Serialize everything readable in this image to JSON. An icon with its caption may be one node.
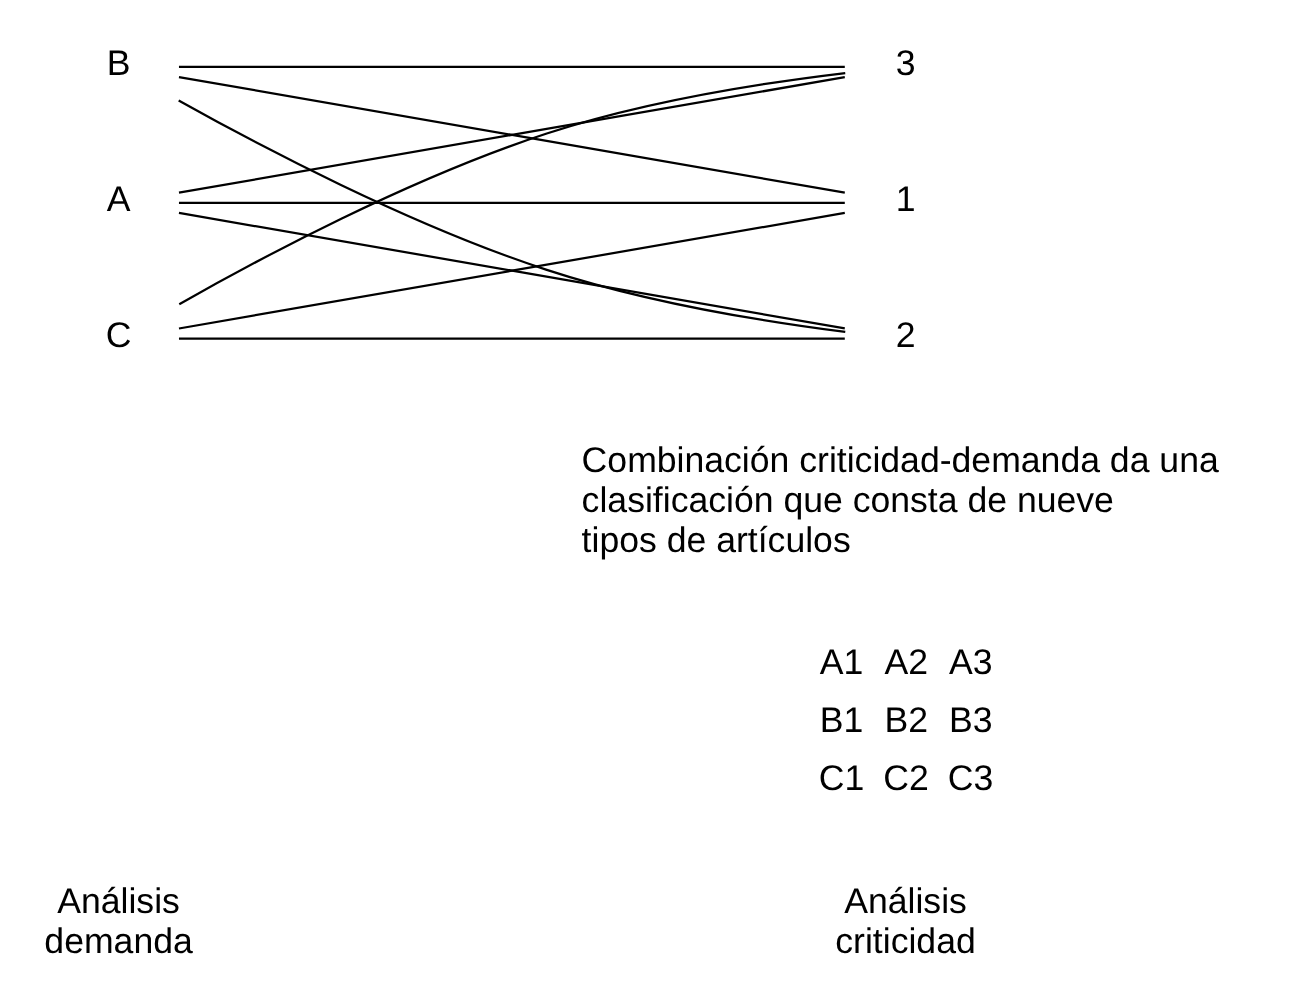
{
  "diagram": {
    "nodes": [
      {
        "text": [
          "A"
        ]
      },
      {
        "text": [
          "B"
        ]
      },
      {
        "text": [
          "C"
        ]
      },
      {
        "text": [
          "1"
        ]
      },
      {
        "text": [
          "2"
        ]
      },
      {
        "text": [
          "3"
        ]
      }
    ],
    "edges": [
      {
        "from": 0,
        "to": 3,
        "arrow": "none"
      },
      {
        "from": 0,
        "to": 4,
        "arrow": "none"
      },
      {
        "from": 0,
        "to": 5,
        "arrow": "none"
      },
      {
        "from": 1,
        "to": 3,
        "arrow": "none"
      },
      {
        "from": 1,
        "to": 4,
        "arrow": "none"
      },
      {
        "from": 1,
        "to": 5,
        "arrow": "none"
      },
      {
        "from": 2,
        "to": 3,
        "arrow": "none"
      },
      {
        "from": 2,
        "to": 4,
        "arrow": "none"
      },
      {
        "from": 2,
        "to": 5,
        "arrow": "none"
      }
    ],
    "labels": [
      "Análisis demanda",
      "Análisis criticidad",
      "Combinación criticidad-demanda da una clasificación que consta de nueve tipos de artículos",
      "A1",
      "A2",
      "A3",
      "B1",
      "B2",
      "B3",
      "C1",
      "C2",
      "C3"
    ]
  }
}
